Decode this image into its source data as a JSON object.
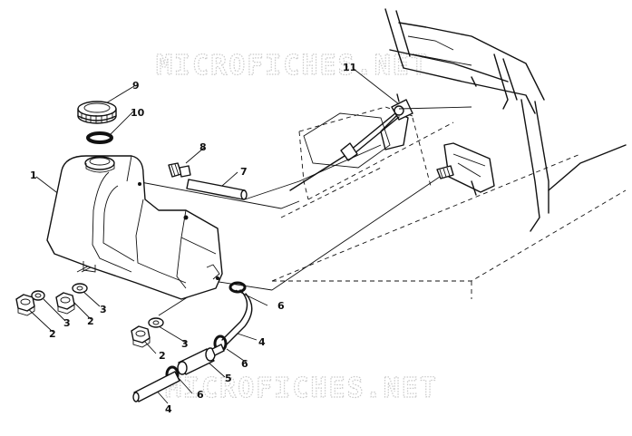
{
  "watermark": "MICROFICHES.NET",
  "callouts": {
    "c1": "1",
    "c2a": "2",
    "c2b": "2",
    "c2c": "2",
    "c3a": "3",
    "c3b": "3",
    "c3c": "3",
    "c4a": "4",
    "c4b": "4",
    "c5": "5",
    "c6a": "6",
    "c6b": "6",
    "c6c": "6",
    "c7": "7",
    "c8": "8",
    "c9": "9",
    "c10": "10",
    "c11": "11"
  }
}
